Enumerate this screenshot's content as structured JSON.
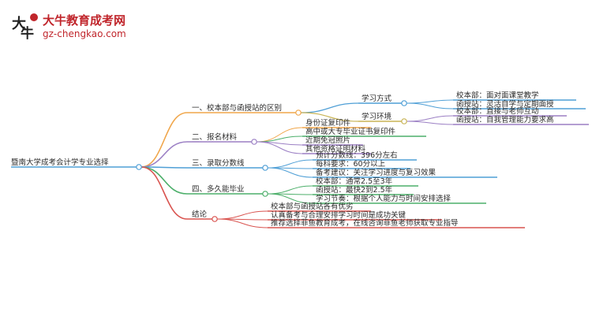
{
  "logo": {
    "title": "大牛教育成考网",
    "url": "gz-chengkao.com"
  },
  "mindmap": {
    "root": "暨南大学成考会计学专业选择",
    "branches": [
      {
        "label": "一、校本部与函授站的区别",
        "color": "#f0a64a",
        "children": [
          {
            "label": "学习方式",
            "color": "#4f9fd6",
            "children": [
              {
                "label": "校本部：面对面课堂教学",
                "color": "#4f9fd6"
              },
              {
                "label": "函授站：灵活自学与定期面授",
                "color": "#4f9fd6"
              }
            ]
          },
          {
            "label": "学习环境",
            "color": "#c8b455",
            "children": [
              {
                "label": "校本部：直接与老师互动",
                "color": "#9b7fc4"
              },
              {
                "label": "函授站：自我管理能力要求高",
                "color": "#9b7fc4"
              }
            ]
          }
        ]
      },
      {
        "label": "二、报名材料",
        "color": "#9b7fc4",
        "children": [
          {
            "label": "身份证复印件",
            "color": "#f0a64a"
          },
          {
            "label": "高中或大专毕业证书复印件",
            "color": "#4caf6a"
          },
          {
            "label": "近期免冠照片",
            "color": "#9b7fc4"
          },
          {
            "label": "其他资格证明材料",
            "color": "#9b7fc4"
          }
        ]
      },
      {
        "label": "三、录取分数线",
        "color": "#4f9fd6",
        "children": [
          {
            "label": "预计分数线：396分左右",
            "color": "#4f9fd6"
          },
          {
            "label": "每科要求：60分以上",
            "color": "#4f9fd6"
          },
          {
            "label": "备考建议：关注学习进度与复习效果",
            "color": "#4f9fd6"
          }
        ]
      },
      {
        "label": "四、多久能毕业",
        "color": "#4caf6a",
        "children": [
          {
            "label": "校本部：通常2.5至3年",
            "color": "#4caf6a"
          },
          {
            "label": "函授站：最快2到2.5年",
            "color": "#4caf6a"
          },
          {
            "label": "学习节奏：根据个人能力与时间安排选择",
            "color": "#4caf6a"
          }
        ]
      },
      {
        "label": "结论",
        "color": "#d9534f",
        "children": [
          {
            "label": "校本部与函授站各有优劣",
            "color": "#d9534f"
          },
          {
            "label": "认真备考与合理安排学习时间是成功关键",
            "color": "#d9534f"
          },
          {
            "label": "推荐选择菲鱼教育成考，在线咨询菲鱼老师获取专业指导",
            "color": "#d9534f"
          }
        ]
      }
    ]
  }
}
